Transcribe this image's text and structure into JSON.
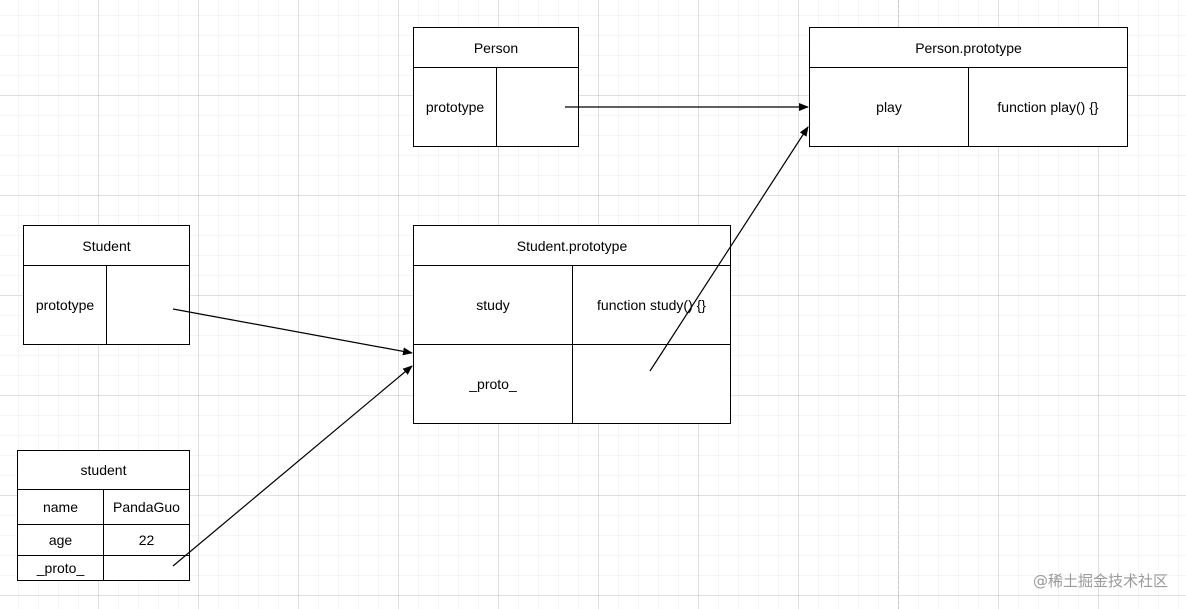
{
  "person": {
    "title": "Person",
    "prototype_label": "prototype"
  },
  "person_prototype": {
    "title": "Person.prototype",
    "method_name": "play",
    "method_value": "function play() {}"
  },
  "student_ctor": {
    "title": "Student",
    "prototype_label": "prototype"
  },
  "student_prototype": {
    "title": "Student.prototype",
    "method_name": "study",
    "method_value": "function study() {}",
    "proto_label": "_proto_"
  },
  "student_instance": {
    "title": "student",
    "rows": [
      {
        "key": "name",
        "value": "PandaGuo"
      },
      {
        "key": "age",
        "value": "22"
      },
      {
        "key": "_proto_",
        "value": ""
      }
    ]
  },
  "watermark": "@稀土掘金技术社区"
}
